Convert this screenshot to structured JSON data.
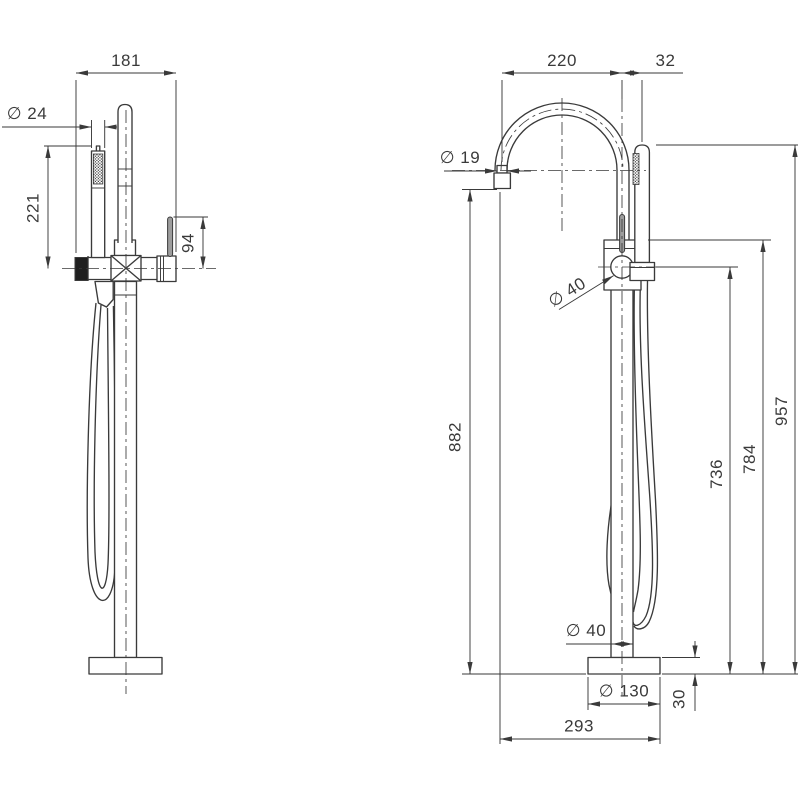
{
  "colors": {
    "line": "#3a3a3a",
    "background": "#ffffff",
    "lever_fill": "#9d9d9d",
    "holder_fill": "#1f1f1f"
  },
  "front_view": {
    "width": "181",
    "handshower_diameter": "∅ 24",
    "handshower_height": "221",
    "lever_height": "94"
  },
  "side_view": {
    "spout_reach": "220",
    "handshower_offset": "32",
    "outlet_diameter": "∅ 19",
    "body_diameter": "∅ 40",
    "outlet_height": "882",
    "body_center_height": "736",
    "body_top_height": "784",
    "overall_height": "957",
    "column_diameter": "∅ 40",
    "base_diameter": "∅ 130",
    "base_thickness": "30",
    "overall_depth": "293"
  }
}
